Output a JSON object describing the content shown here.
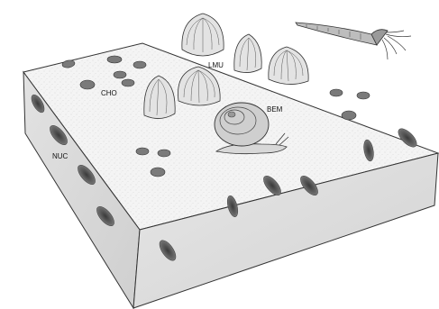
{
  "figure": {
    "labels": {
      "lmu": "LMU",
      "cho": "CHO",
      "bem": "BEM",
      "nuc": "NUC"
    }
  }
}
